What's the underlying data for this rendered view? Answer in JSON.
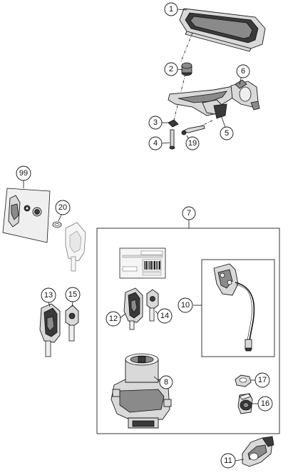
{
  "callouts": {
    "c1": "1",
    "c2": "2",
    "c3": "3",
    "c4": "4",
    "c5": "5",
    "c6": "6",
    "c7": "7",
    "c8": "8",
    "c10": "10",
    "c11": "11",
    "c12": "12",
    "c13": "13",
    "c14": "14",
    "c15": "15",
    "c16": "16",
    "c17": "17",
    "c19": "19",
    "c20": "20",
    "c99": "99"
  }
}
